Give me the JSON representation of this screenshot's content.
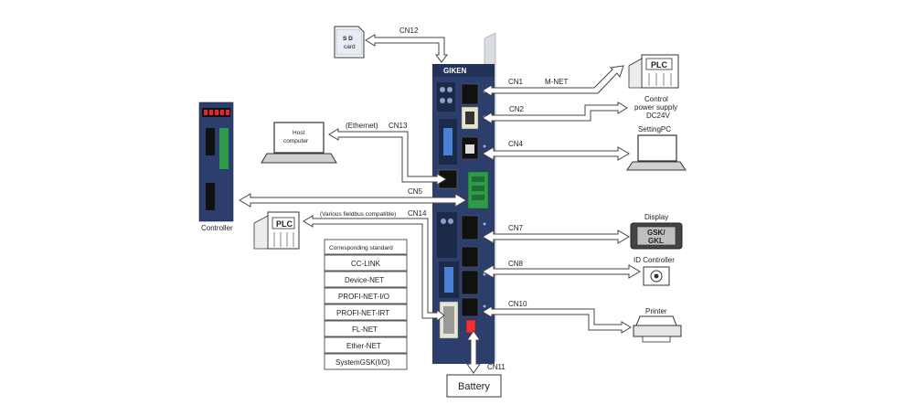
{
  "brand": "GIKEN",
  "controller_label": "Controller",
  "battery_label": "Battery",
  "sd_card": {
    "line1": "S D",
    "line2": "card"
  },
  "host": {
    "line1": "Host",
    "line2": "computer"
  },
  "ethernet_label": "(Ethernet)",
  "plc_text": "PLC",
  "fieldbus_label": "(Various fieldbus compatible)",
  "power": {
    "line1": "Control",
    "line2": "power supply",
    "line3": "DC24V"
  },
  "settingpc_label": "SettingPC",
  "display": {
    "title": "Display",
    "line1": "GSK/",
    "line2": "GKL"
  },
  "id_controller_label": "ID Controller",
  "printer_label": "Printer",
  "mnet_label": "M-NET",
  "connectors": {
    "cn1": "CN1",
    "cn2": "CN2",
    "cn4": "CN4",
    "cn5": "CN5",
    "cn7": "CN7",
    "cn8": "CN8",
    "cn10": "CN10",
    "cn11": "CN11",
    "cn12": "CN12",
    "cn13": "CN13",
    "cn14": "CN14"
  },
  "standards": {
    "header": "Corresponding standard",
    "items": [
      "CC-LINK",
      "Device-NET",
      "PROFI-NET-I/O",
      "PROFI-NET-IRT",
      "FL-NET",
      "Ether-NET",
      "SystemGSK(I/O)"
    ]
  },
  "colors": {
    "panel": "#2c3e6b",
    "terminal": "#2e9a4a",
    "accent": "#3b6fd1"
  }
}
